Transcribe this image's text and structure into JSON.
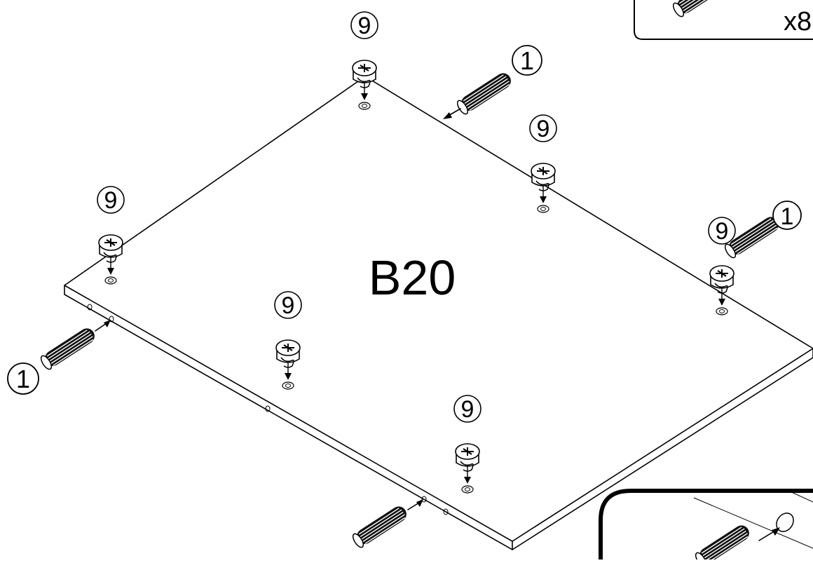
{
  "panel": {
    "label": "B20"
  },
  "parts": {
    "dowel_id": "1",
    "cam_id": "9"
  },
  "inventory_box": {
    "quantity": "x8"
  }
}
